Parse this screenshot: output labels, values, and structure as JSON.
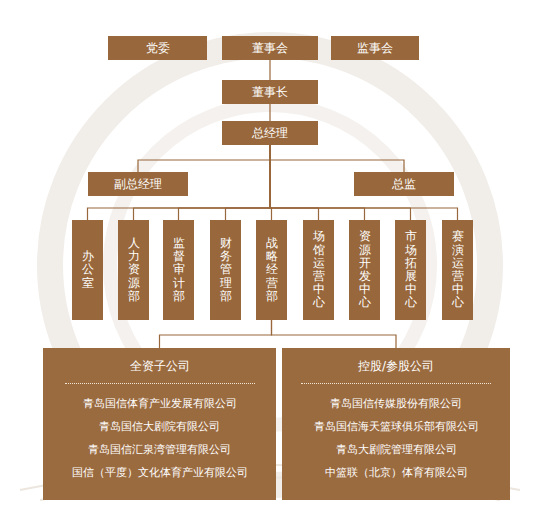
{
  "diagram": {
    "nodes": [
      {
        "text": [
          "党委"
        ]
      },
      {
        "text": [
          "董事会"
        ]
      },
      {
        "text": [
          "监事会"
        ]
      },
      {
        "text": [
          "董事长"
        ]
      },
      {
        "text": [
          "总经理"
        ]
      },
      {
        "text": [
          "副总经理"
        ]
      },
      {
        "text": [
          "总监"
        ]
      },
      {
        "text": [
          "办公室"
        ]
      },
      {
        "text": [
          "人力资源部"
        ]
      },
      {
        "text": [
          "监督审计部"
        ]
      },
      {
        "text": [
          "财务管理部"
        ]
      },
      {
        "text": [
          "战略经营部"
        ]
      },
      {
        "text": [
          "场馆运营中心"
        ]
      },
      {
        "text": [
          "资源开发中心"
        ]
      },
      {
        "text": [
          "市场拓展中心"
        ]
      },
      {
        "text": [
          "赛演运营中心"
        ]
      },
      {
        "text": [
          "全资子公司",
          "青岛国信体育产业发展有限公司",
          "青岛国信大剧院有限公司",
          "青岛国信汇泉湾管理有限公司",
          "国信（平度）文化体育产业有限公司"
        ]
      },
      {
        "text": [
          "控股/参股公司",
          "青岛国信传媒股份有限公司",
          "青岛国信海天篮球俱乐部有限公司",
          "青岛大剧院管理有限公司",
          "中篮联（北京）体育有限公司"
        ]
      }
    ],
    "edges": [
      {
        "from": 1,
        "to": 3,
        "arrow": "none"
      },
      {
        "from": 3,
        "to": 4,
        "arrow": "none"
      },
      {
        "from": 4,
        "to": 5,
        "arrow": "none"
      },
      {
        "from": 4,
        "to": 6,
        "arrow": "none"
      },
      {
        "from": 4,
        "to": 7,
        "arrow": "none"
      },
      {
        "from": 4,
        "to": 8,
        "arrow": "none"
      },
      {
        "from": 4,
        "to": 9,
        "arrow": "none"
      },
      {
        "from": 4,
        "to": 10,
        "arrow": "none"
      },
      {
        "from": 4,
        "to": 11,
        "arrow": "none"
      },
      {
        "from": 4,
        "to": 12,
        "arrow": "none"
      },
      {
        "from": 4,
        "to": 13,
        "arrow": "none"
      },
      {
        "from": 4,
        "to": 14,
        "arrow": "none"
      },
      {
        "from": 4,
        "to": 15,
        "arrow": "none"
      },
      {
        "from": 11,
        "to": 16,
        "arrow": "none"
      },
      {
        "from": 11,
        "to": 17,
        "arrow": "none"
      }
    ]
  }
}
